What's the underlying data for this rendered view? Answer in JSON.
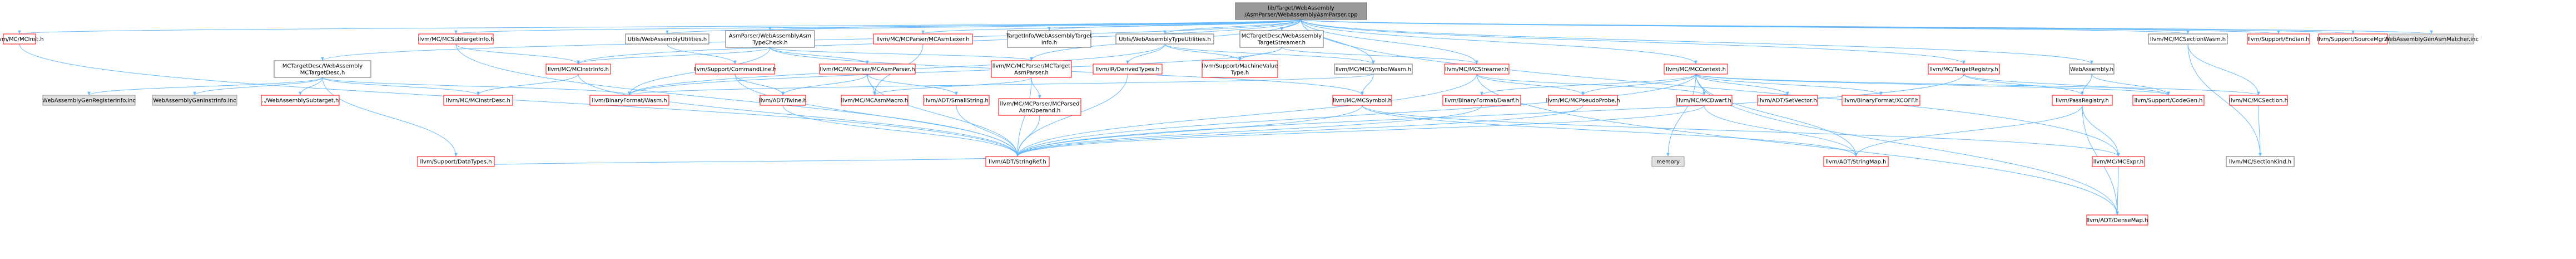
{
  "colors": {
    "background": "#ffffff",
    "root_fill": "#999999",
    "root_stroke": "#666666",
    "internal_fill": "#ffffff",
    "internal_stroke": "#ff0000",
    "plain_fill": "#ffffff",
    "plain_stroke": "#666666",
    "external_fill": "#e0e0e0",
    "external_stroke": "#999999",
    "edge": "#63b8ff"
  },
  "nodes": [
    {
      "id": "root",
      "kind": "root",
      "lines": [
        "lib/Target/WebAssembly",
        "/AsmParser/WebAssemblyAsmParser.cpp"
      ]
    },
    {
      "id": "mcinst",
      "kind": "internal",
      "lines": [
        "llvm/MC/MCInst.h"
      ]
    },
    {
      "id": "mctargetdesc",
      "kind": "plain",
      "lines": [
        "MCTargetDesc/WebAssembly",
        "MCTargetDesc.h"
      ]
    },
    {
      "id": "mcsubtargetinfo",
      "kind": "internal",
      "lines": [
        "llvm/MC/MCSubtargetInfo.h"
      ]
    },
    {
      "id": "utilswautilities",
      "kind": "plain",
      "lines": [
        "Utils/WebAssemblyUtilities.h"
      ]
    },
    {
      "id": "asmtypecheck",
      "kind": "plain",
      "lines": [
        "AsmParser/WebAssemblyAsm",
        "TypeCheck.h"
      ]
    },
    {
      "id": "mcasmlexer",
      "kind": "internal",
      "lines": [
        "llvm/MC/MCParser/MCAsmLexer.h"
      ]
    },
    {
      "id": "targetinfo",
      "kind": "plain",
      "lines": [
        "TargetInfo/WebAssemblyTarget",
        "Info.h"
      ]
    },
    {
      "id": "typeutilities",
      "kind": "plain",
      "lines": [
        "Utils/WebAssemblyTypeUtilities.h"
      ]
    },
    {
      "id": "targetstreamer",
      "kind": "plain",
      "lines": [
        "MCTargetDesc/WebAssembly",
        "TargetStreamer.h"
      ]
    },
    {
      "id": "mcsectionwasm",
      "kind": "plain",
      "lines": [
        "llvm/MC/MCSectionWasm.h"
      ]
    },
    {
      "id": "endian",
      "kind": "internal",
      "lines": [
        "llvm/Support/Endian.h"
      ]
    },
    {
      "id": "sourcemgr",
      "kind": "internal",
      "lines": [
        "llvm/Support/SourceMgr.h"
      ]
    },
    {
      "id": "genasmmatcher",
      "kind": "external",
      "lines": [
        "WebAssemblyGenAsmMatcher.inc"
      ]
    },
    {
      "id": "mcinstrinfo",
      "kind": "internal",
      "lines": [
        "llvm/MC/MCInstrInfo.h"
      ]
    },
    {
      "id": "commandline",
      "kind": "internal",
      "lines": [
        "llvm/Support/CommandLine.h"
      ]
    },
    {
      "id": "mcasmparser",
      "kind": "internal",
      "lines": [
        "llvm/MC/MCParser/MCAsmParser.h"
      ]
    },
    {
      "id": "mctargetasmparser",
      "kind": "internal",
      "lines": [
        "llvm/MC/MCParser/MCTarget",
        "AsmParser.h"
      ]
    },
    {
      "id": "derivedtypes",
      "kind": "internal",
      "lines": [
        "llvm/IR/DerivedTypes.h"
      ]
    },
    {
      "id": "machinevaluetype",
      "kind": "internal",
      "lines": [
        "llvm/Support/MachineValue",
        "Type.h"
      ]
    },
    {
      "id": "mcsymbolwasm",
      "kind": "plain",
      "lines": [
        "llvm/MC/MCSymbolWasm.h"
      ]
    },
    {
      "id": "mcstreamer",
      "kind": "internal",
      "lines": [
        "llvm/MC/MCStreamer.h"
      ]
    },
    {
      "id": "mccontext",
      "kind": "internal",
      "lines": [
        "llvm/MC/MCContext.h"
      ]
    },
    {
      "id": "targetregistry",
      "kind": "internal",
      "lines": [
        "llvm/MC/TargetRegistry.h"
      ]
    },
    {
      "id": "webassemblyh",
      "kind": "plain",
      "lines": [
        "WebAssembly.h"
      ]
    },
    {
      "id": "genregisterinfo",
      "kind": "external",
      "lines": [
        "WebAssemblyGenRegisterInfo.inc"
      ]
    },
    {
      "id": "geninstrinfo",
      "kind": "external",
      "lines": [
        "WebAssemblyGenInstrInfo.inc"
      ]
    },
    {
      "id": "wasubtarget",
      "kind": "internal",
      "lines": [
        "../WebAssemblySubtarget.h"
      ]
    },
    {
      "id": "mcinstrdesc",
      "kind": "internal",
      "lines": [
        "llvm/MC/MCInstrDesc.h"
      ]
    },
    {
      "id": "binaryformatwasm",
      "kind": "internal",
      "lines": [
        "llvm/BinaryFormat/Wasm.h"
      ]
    },
    {
      "id": "twine",
      "kind": "internal",
      "lines": [
        "llvm/ADT/Twine.h"
      ]
    },
    {
      "id": "mcasmmacro",
      "kind": "internal",
      "lines": [
        "llvm/MC/MCAsmMacro.h"
      ]
    },
    {
      "id": "smallstring",
      "kind": "internal",
      "lines": [
        "llvm/ADT/SmallString.h"
      ]
    },
    {
      "id": "mcparsedasmoperand",
      "kind": "internal",
      "lines": [
        "llvm/MC/MCParser/MCParsed",
        "AsmOperand.h"
      ]
    },
    {
      "id": "mcsymbol",
      "kind": "internal",
      "lines": [
        "llvm/MC/MCSymbol.h"
      ]
    },
    {
      "id": "binaryformatdwarf",
      "kind": "internal",
      "lines": [
        "llvm/BinaryFormat/Dwarf.h"
      ]
    },
    {
      "id": "mcpseudoprobe",
      "kind": "internal",
      "lines": [
        "llvm/MC/MCPseudoProbe.h"
      ]
    },
    {
      "id": "mcdwarf",
      "kind": "internal",
      "lines": [
        "llvm/MC/MCDwarf.h"
      ]
    },
    {
      "id": "setvector",
      "kind": "internal",
      "lines": [
        "llvm/ADT/SetVector.h"
      ]
    },
    {
      "id": "binaryformatxcoff",
      "kind": "internal",
      "lines": [
        "llvm/BinaryFormat/XCOFF.h"
      ]
    },
    {
      "id": "passregistry",
      "kind": "internal",
      "lines": [
        "llvm/PassRegistry.h"
      ]
    },
    {
      "id": "codegen",
      "kind": "internal",
      "lines": [
        "llvm/Support/CodeGen.h"
      ]
    },
    {
      "id": "mcsection",
      "kind": "internal",
      "lines": [
        "llvm/MC/MCSection.h"
      ]
    },
    {
      "id": "datatypes",
      "kind": "internal",
      "lines": [
        "llvm/Support/DataTypes.h"
      ]
    },
    {
      "id": "stringref",
      "kind": "internal",
      "lines": [
        "llvm/ADT/StringRef.h"
      ]
    },
    {
      "id": "memory",
      "kind": "external",
      "lines": [
        "memory"
      ]
    },
    {
      "id": "stringmap",
      "kind": "internal",
      "lines": [
        "llvm/ADT/StringMap.h"
      ]
    },
    {
      "id": "mcexpr",
      "kind": "internal",
      "lines": [
        "llvm/MC/MCExpr.h"
      ]
    },
    {
      "id": "sectionkind",
      "kind": "plain",
      "lines": [
        "llvm/MC/SectionKind.h"
      ]
    },
    {
      "id": "densemap",
      "kind": "internal",
      "lines": [
        "llvm/ADT/DenseMap.h"
      ]
    }
  ],
  "edges": [
    [
      "root",
      "mcinst"
    ],
    [
      "root",
      "mctargetdesc"
    ],
    [
      "root",
      "mcsubtargetinfo"
    ],
    [
      "root",
      "utilswautilities"
    ],
    [
      "root",
      "asmtypecheck"
    ],
    [
      "root",
      "mcasmlexer"
    ],
    [
      "root",
      "targetinfo"
    ],
    [
      "root",
      "typeutilities"
    ],
    [
      "root",
      "targetstreamer"
    ],
    [
      "root",
      "mcsectionwasm"
    ],
    [
      "root",
      "endian"
    ],
    [
      "root",
      "sourcemgr"
    ],
    [
      "root",
      "genasmmatcher"
    ],
    [
      "root",
      "mcinstrinfo"
    ],
    [
      "root",
      "mctargetasmparser"
    ],
    [
      "root",
      "mcsymbolwasm"
    ],
    [
      "root",
      "mcstreamer"
    ],
    [
      "root",
      "mccontext"
    ],
    [
      "root",
      "targetregistry"
    ],
    [
      "root",
      "webassemblyh"
    ],
    [
      "root",
      "mcexpr"
    ],
    [
      "mcinst",
      "stringref"
    ],
    [
      "mctargetdesc",
      "genregisterinfo"
    ],
    [
      "mctargetdesc",
      "geninstrinfo"
    ],
    [
      "mctargetdesc",
      "wasubtarget"
    ],
    [
      "mctargetdesc",
      "mcinstrdesc"
    ],
    [
      "mctargetdesc",
      "binaryformatwasm"
    ],
    [
      "mctargetdesc",
      "datatypes"
    ],
    [
      "mcsubtargetinfo",
      "stringref"
    ],
    [
      "mcsubtargetinfo",
      "mcinstrinfo"
    ],
    [
      "utilswautilities",
      "commandline"
    ],
    [
      "asmtypecheck",
      "binaryformatwasm"
    ],
    [
      "asmtypecheck",
      "mcasmparser"
    ],
    [
      "asmtypecheck",
      "mcinstrinfo"
    ],
    [
      "asmtypecheck",
      "mcsymbol"
    ],
    [
      "asmtypecheck",
      "mctargetasmparser"
    ],
    [
      "mcasmlexer",
      "mcasmmacro"
    ],
    [
      "typeutilities",
      "binaryformatwasm"
    ],
    [
      "typeutilities",
      "derivedtypes"
    ],
    [
      "typeutilities",
      "machinevaluetype"
    ],
    [
      "typeutilities",
      "mcsymbolwasm"
    ],
    [
      "targetstreamer",
      "binaryformatwasm"
    ],
    [
      "targetstreamer",
      "machinevaluetype"
    ],
    [
      "targetstreamer",
      "mcstreamer"
    ],
    [
      "mcsectionwasm",
      "mcsection"
    ],
    [
      "mcsectionwasm",
      "sectionkind"
    ],
    [
      "mcinstrinfo",
      "mcinstrdesc"
    ],
    [
      "mcinstrinfo",
      "stringref"
    ],
    [
      "commandline",
      "twine"
    ],
    [
      "commandline",
      "stringref"
    ],
    [
      "mcasmparser",
      "twine"
    ],
    [
      "mcasmparser",
      "mcasmmacro"
    ],
    [
      "mcasmparser",
      "smallstring"
    ],
    [
      "mcasmparser",
      "stringref"
    ],
    [
      "mctargetasmparser",
      "mcparsedasmoperand"
    ],
    [
      "mctargetasmparser",
      "mcasmmacro"
    ],
    [
      "mctargetasmparser",
      "stringref"
    ],
    [
      "derivedtypes",
      "stringref"
    ],
    [
      "mcsymbolwasm",
      "binaryformatwasm"
    ],
    [
      "mcsymbolwasm",
      "mcsymbol"
    ],
    [
      "mcstreamer",
      "mcpseudoprobe"
    ],
    [
      "mcstreamer",
      "mcdwarf"
    ],
    [
      "mcstreamer",
      "stringref"
    ],
    [
      "mcstreamer",
      "densemap"
    ],
    [
      "mccontext",
      "binaryformatdwarf"
    ],
    [
      "mccontext",
      "mcpseudoprobe"
    ],
    [
      "mccontext",
      "setvector"
    ],
    [
      "mccontext",
      "binaryformatxcoff"
    ],
    [
      "mccontext",
      "mcdwarf"
    ],
    [
      "mccontext",
      "stringmap"
    ],
    [
      "mccontext",
      "mcsection"
    ],
    [
      "mccontext",
      "codegen"
    ],
    [
      "mccontext",
      "memory"
    ],
    [
      "mccontext",
      "stringref"
    ],
    [
      "mccontext",
      "densemap"
    ],
    [
      "targetregistry",
      "passregistry"
    ],
    [
      "targetregistry",
      "codegen"
    ],
    [
      "targetregistry",
      "stringref"
    ],
    [
      "webassemblyh",
      "passregistry"
    ],
    [
      "webassemblyh",
      "codegen"
    ],
    [
      "twine",
      "stringref"
    ],
    [
      "smallstring",
      "stringref"
    ],
    [
      "mcparsedasmoperand",
      "stringref"
    ],
    [
      "mcsymbol",
      "stringref"
    ],
    [
      "mcsymbol",
      "mcexpr"
    ],
    [
      "mcsymbol",
      "stringmap"
    ],
    [
      "binaryformatdwarf",
      "stringref"
    ],
    [
      "mcpseudoprobe",
      "stringref"
    ],
    [
      "mcdwarf",
      "stringref"
    ],
    [
      "mcdwarf",
      "stringmap"
    ],
    [
      "passregistry",
      "stringmap"
    ],
    [
      "passregistry",
      "mcexpr"
    ],
    [
      "passregistry",
      "densemap"
    ],
    [
      "mcsection",
      "sectionkind"
    ],
    [
      "mcexpr",
      "densemap"
    ],
    [
      "datatypes",
      "stringref"
    ]
  ]
}
